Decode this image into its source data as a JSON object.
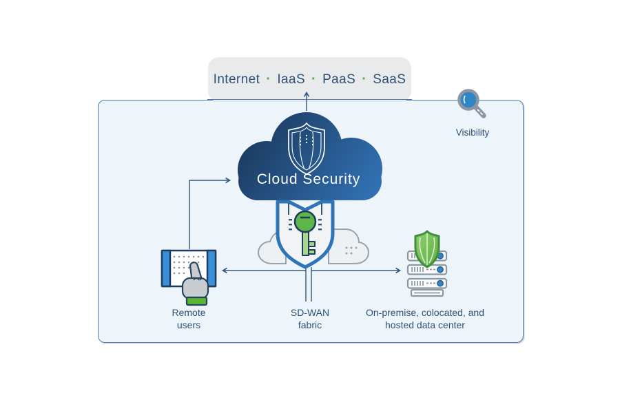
{
  "banner": {
    "items": [
      "Internet",
      "IaaS",
      "PaaS",
      "SaaS"
    ],
    "separator": "·"
  },
  "cloud": {
    "title": "Cloud Security"
  },
  "labels": {
    "visibility": "Visibility",
    "remote_users": [
      "Remote",
      "users"
    ],
    "sdwan_fabric": [
      "SD-WAN",
      "fabric"
    ],
    "data_center": [
      "On-premise, colocated, and",
      "hosted data center"
    ]
  },
  "colors": {
    "cloud_gradient_dark": "#1b3a5e",
    "cloud_gradient_light": "#3477bd",
    "accent_blue": "#2d74b8",
    "lens_blue": "#2f86c6",
    "green": "#5eb54a",
    "green_light": "#a6d887",
    "panel_border": "#4f77ac",
    "panel_bg": "#edf4fa",
    "banner_bg": "#e9eaeb",
    "text_navy": "#2e5177",
    "connector_navy": "#33567d",
    "gray_outline": "#98a2ac"
  }
}
